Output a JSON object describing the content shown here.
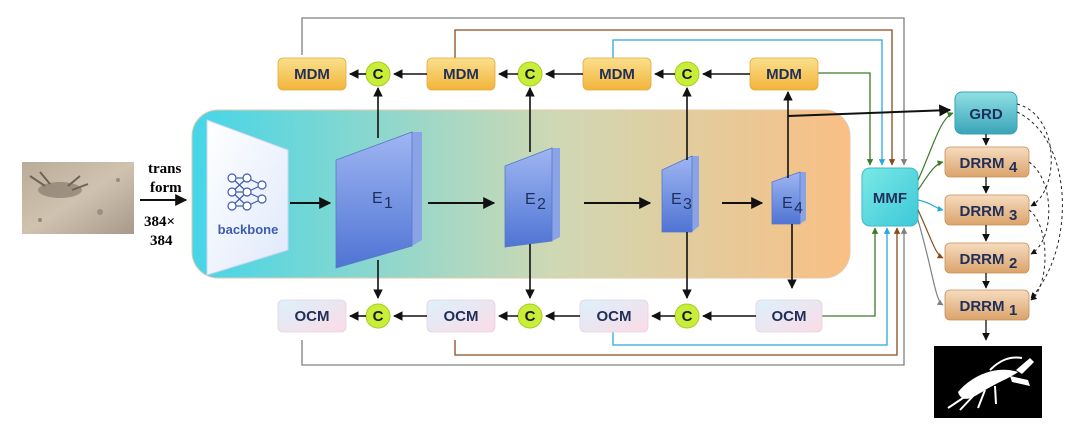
{
  "input": {
    "transform_line1": "trans",
    "transform_line2": "form",
    "size_line1": "384×",
    "size_line2": "384"
  },
  "backbone_label": "backbone",
  "encoders": [
    {
      "main": "E",
      "sub": "1"
    },
    {
      "main": "E",
      "sub": "2"
    },
    {
      "main": "E",
      "sub": "3"
    },
    {
      "main": "E",
      "sub": "4"
    }
  ],
  "mdm_label": "MDM",
  "ocm_label": "OCM",
  "concat_label": "C",
  "mmf_label": "MMF",
  "grd_label": "GRD",
  "drrm": [
    {
      "main": "DRRM",
      "sub": "4"
    },
    {
      "main": "DRRM",
      "sub": "3"
    },
    {
      "main": "DRRM",
      "sub": "2"
    },
    {
      "main": "DRRM",
      "sub": "1"
    }
  ],
  "colors": {
    "mdm_fill": "#f6c85a",
    "ocm_fill": "#f7e6ee",
    "concat_fill": "#c9ee3a",
    "encoder_fill": "#6c8fe0",
    "mmf_fill": "#58e0e0",
    "grd_fill": "#4cb6c4",
    "drrm_fill": "#e7b985",
    "line_brown": "#8a4a1c",
    "line_blue": "#29a8e0",
    "line_green": "#3d7a2a",
    "line_gray": "#808080"
  }
}
